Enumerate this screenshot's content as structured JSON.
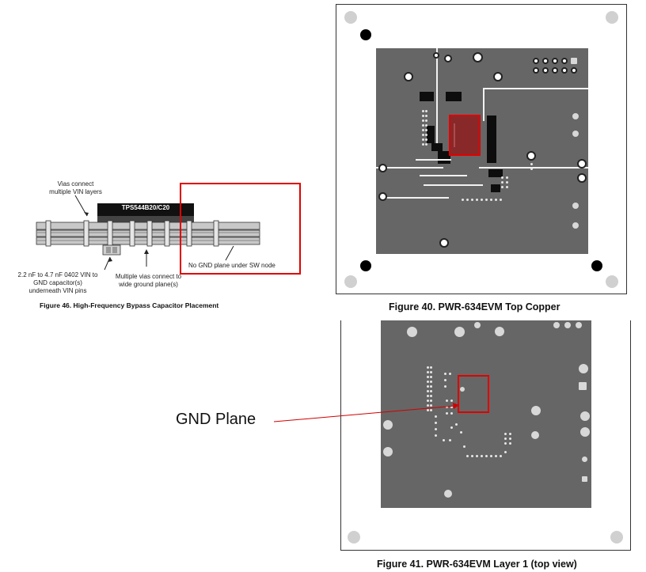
{
  "fig46": {
    "chip_label": "TPS544B20/C20",
    "ann_vias_vin": "Vias connect\nmultiple VIN layers",
    "ann_cap": "2.2 nF to 4.7 nF 0402 VIN to\nGND capacitor(s)\nunderneath VIN pins",
    "ann_vias_gnd": "Multiple vias connect to\nwide ground plane(s)",
    "ann_no_gnd": "No GND plane under SW node",
    "caption": "Figure 46.  High-Frequency Bypass Capacitor Placement"
  },
  "fig40": {
    "caption": "Figure 40. PWR-634EVM Top Copper"
  },
  "fig41": {
    "caption": "Figure 41. PWR-634EVM Layer 1 (top view)"
  },
  "callout": {
    "label": "GND Plane"
  },
  "colors": {
    "highlight": "#e00000",
    "copper": "#666666",
    "silkscreen": "#d8d8d8"
  }
}
